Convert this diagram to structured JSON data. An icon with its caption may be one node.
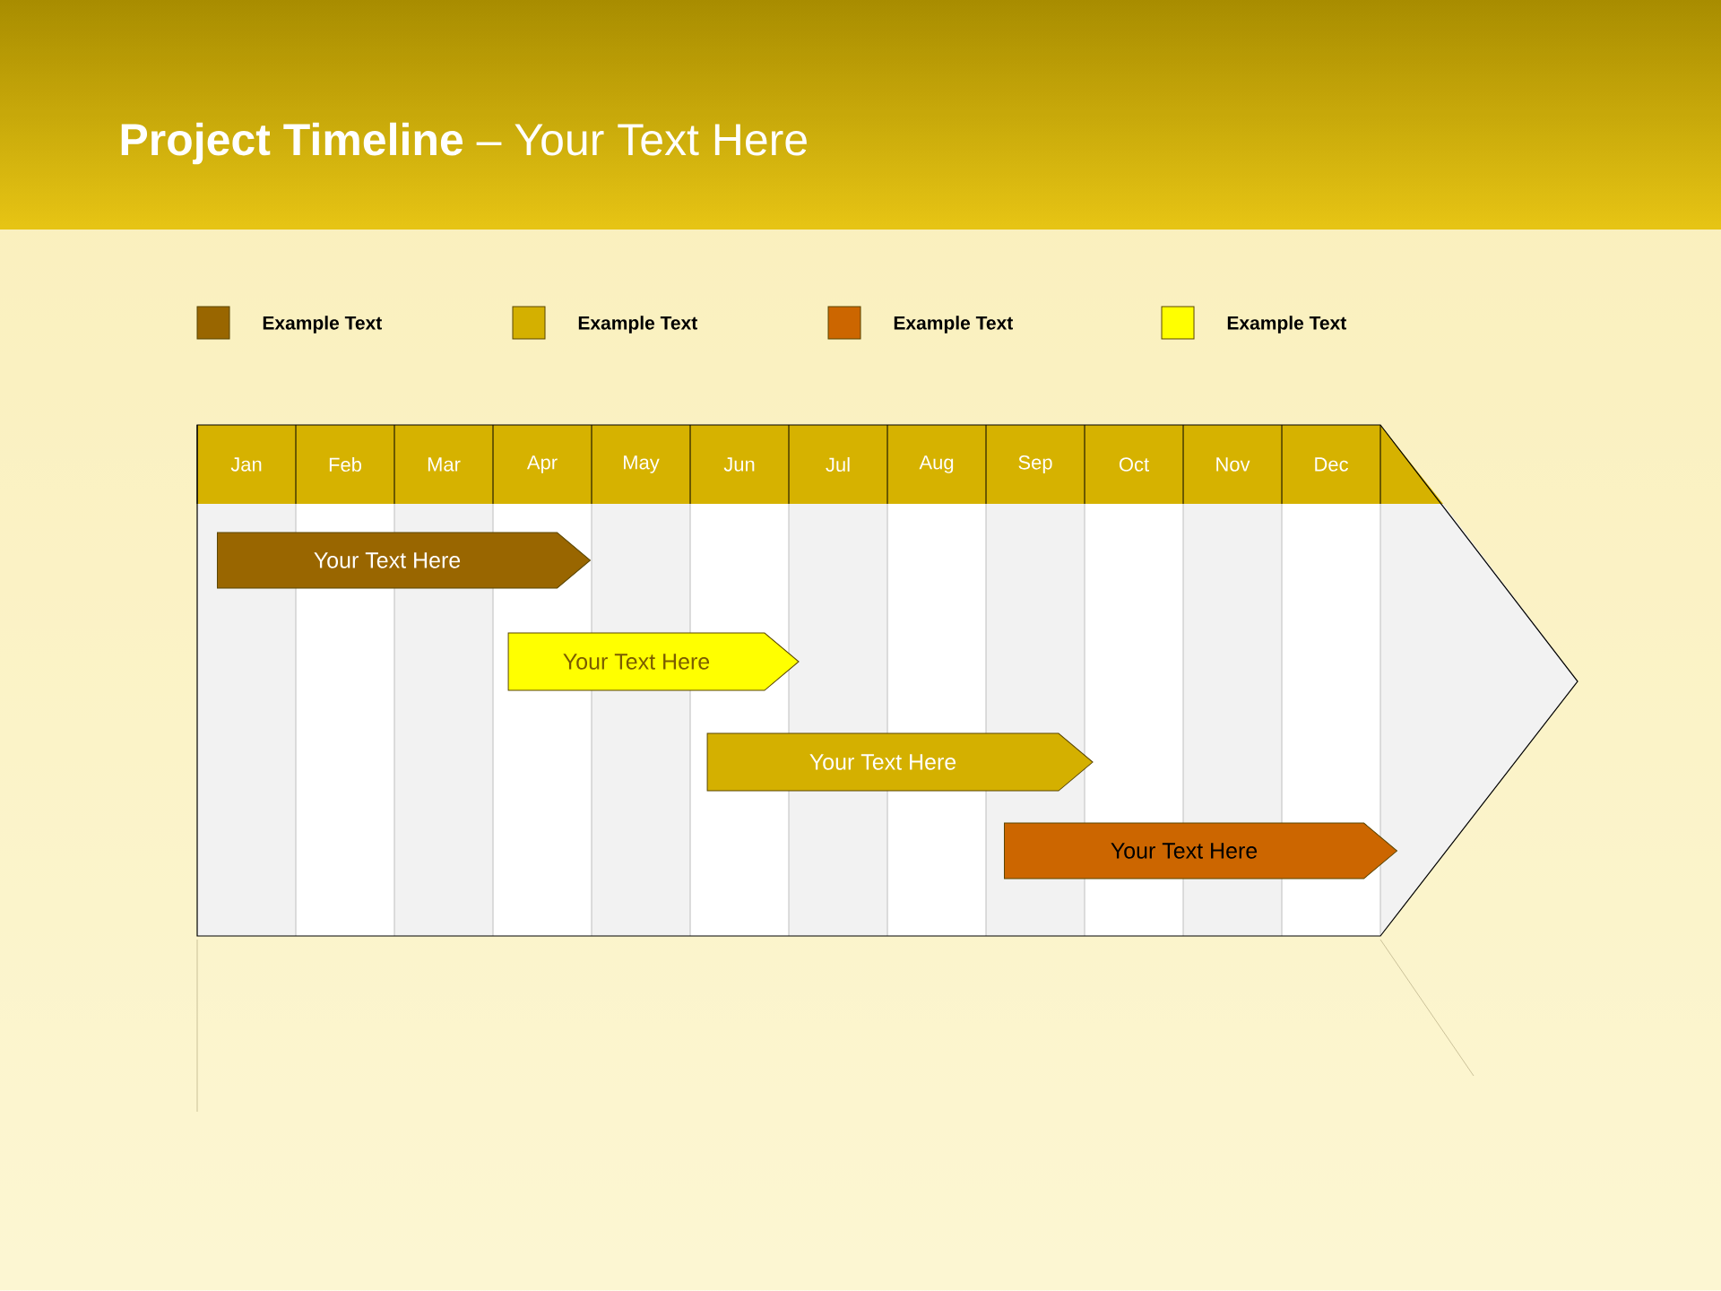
{
  "diagram": {
    "title": "**Project Timeline** – Your Text Here",
    "nodes": [
      {
        "text": [
          "Your  Text Here"
        ]
      },
      {
        "text": [
          "Your  Text Here"
        ]
      },
      {
        "text": [
          "Your  Text Here"
        ]
      },
      {
        "text": [
          "Your  Text Here"
        ]
      }
    ],
    "labels": [
      "Jan",
      "Feb",
      "Mar",
      "Apr",
      "May",
      "Jun",
      "Jul",
      "Aug",
      "Sep",
      "Oct",
      "Nov",
      "Dec"
    ],
    "legend": [
      {
        "text": "Example Text",
        "color": "#996600"
      },
      {
        "text": "Example Text",
        "color": "#d4b000"
      },
      {
        "text": "Example Text",
        "color": "#cc6600"
      },
      {
        "text": "Example Text",
        "color": "#ffff00"
      }
    ]
  }
}
